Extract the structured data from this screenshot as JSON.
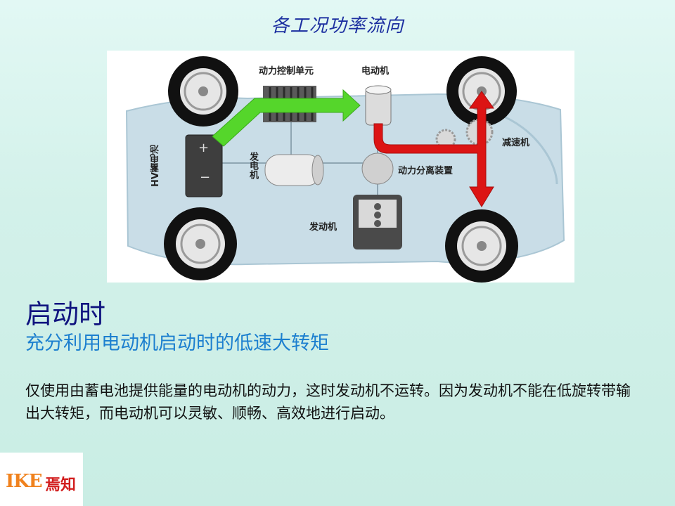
{
  "slide": {
    "title": "各工况功率流向",
    "heading": "启动时",
    "subheading": "充分利用电动机启动时的低速大转矩",
    "body": "仅使用由蓄电池提供能量的电动机的动力，这时发动机不运转。因为发动机不能在低旋转带输出大转矩，而电动机可以灵敏、顺畅、高效地进行启动。"
  },
  "diagram": {
    "labels": {
      "pcu": "动力控制单元",
      "motor": "电动机",
      "reducer": "减速机",
      "battery": "HV蓄电池",
      "generator": "发电机",
      "splitter": "动力分离装置",
      "engine": "发动机"
    },
    "battery_signs": {
      "plus": "+",
      "minus": "−"
    },
    "colors": {
      "electric_flow": "#55d62b",
      "mechanical_flow": "#dc1414",
      "car_body": "#c9dde7"
    }
  },
  "logo": {
    "brand": "IKE",
    "chinese": "焉知"
  }
}
